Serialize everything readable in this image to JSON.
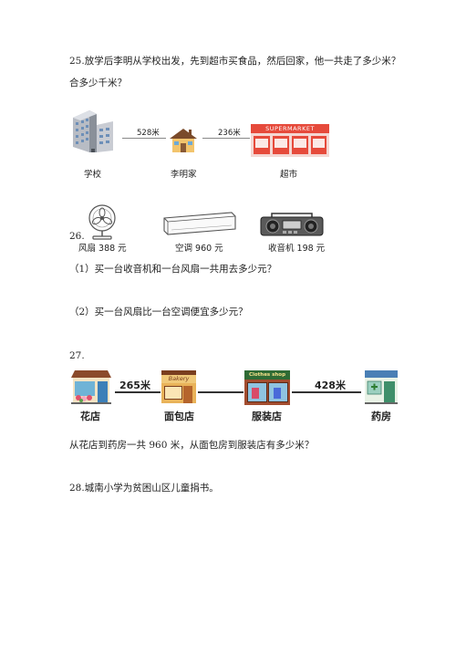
{
  "q25": {
    "line1": "25.放学后李明从学校出发，先到超市买食品，然后回家，他一共走了多少米？",
    "line2": "合多少千米？",
    "dist1": "528米",
    "dist2": "236米",
    "label_school": "学校",
    "label_home": "李明家",
    "label_market": "超市",
    "market_sign": "SUPERMARKET"
  },
  "q26": {
    "number": "26.",
    "item_fan": "风扇 388 元",
    "item_ac": "空调 960 元",
    "item_radio": "收音机 198 元",
    "sub1": "（1）买一台收音机和一台风扇一共用去多少元？",
    "sub2": "（2）买一台风扇比一台空调便宜多少元？"
  },
  "q27": {
    "number": "27.",
    "dist1": "265米",
    "dist2": "428米",
    "label_flower": "花店",
    "label_bakery": "面包店",
    "label_clothes": "服装店",
    "label_pharmacy": "药房",
    "bakery_sign": "Bakery",
    "clothes_sign": "Clothes shop",
    "question": "从花店到药房一共 960 米，从面包房到服装店有多少米？"
  },
  "q28": {
    "text": "28.城南小学为贫困山区儿童捐书。"
  }
}
